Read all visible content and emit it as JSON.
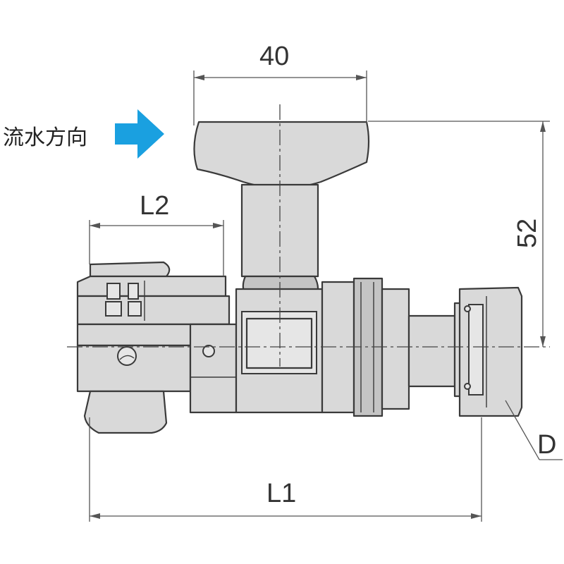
{
  "flow_label": "流水方向",
  "dimensions": {
    "top_width": "40",
    "height": "52",
    "l2": "L2",
    "l1": "L1",
    "d": "D"
  },
  "colors": {
    "flow_arrow": "#1aa0e0",
    "part_fill": "#d9d9d9",
    "outline": "#3a3a3a"
  }
}
